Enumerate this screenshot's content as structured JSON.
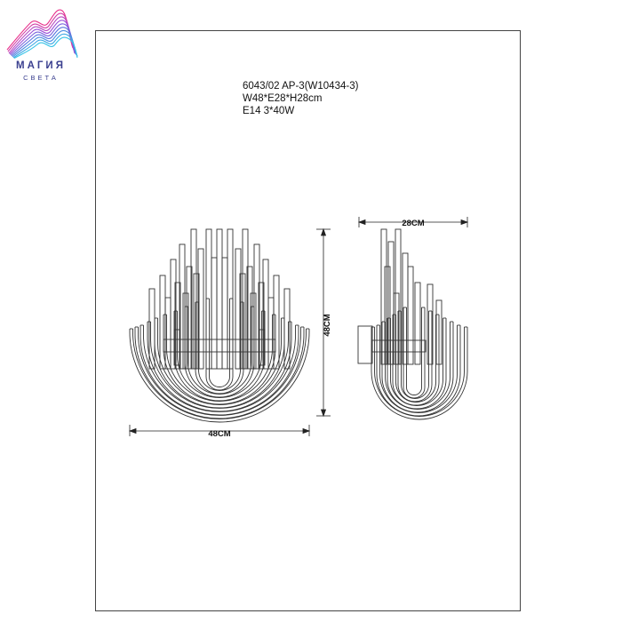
{
  "logo": {
    "brand": "МАГИЯ",
    "tagline": "СВЕТА",
    "colors": [
      "#e8338c",
      "#9b4fd8",
      "#4d7fe0",
      "#36c3e6"
    ]
  },
  "spec": {
    "model": "6043/02 AP-3(W10434-3)",
    "size": "W48*E28*H28cm",
    "lamp": "E14 3*40W"
  },
  "dimensions": {
    "front_width": "48CM",
    "front_height": "48CM",
    "side_width": "28CM"
  }
}
